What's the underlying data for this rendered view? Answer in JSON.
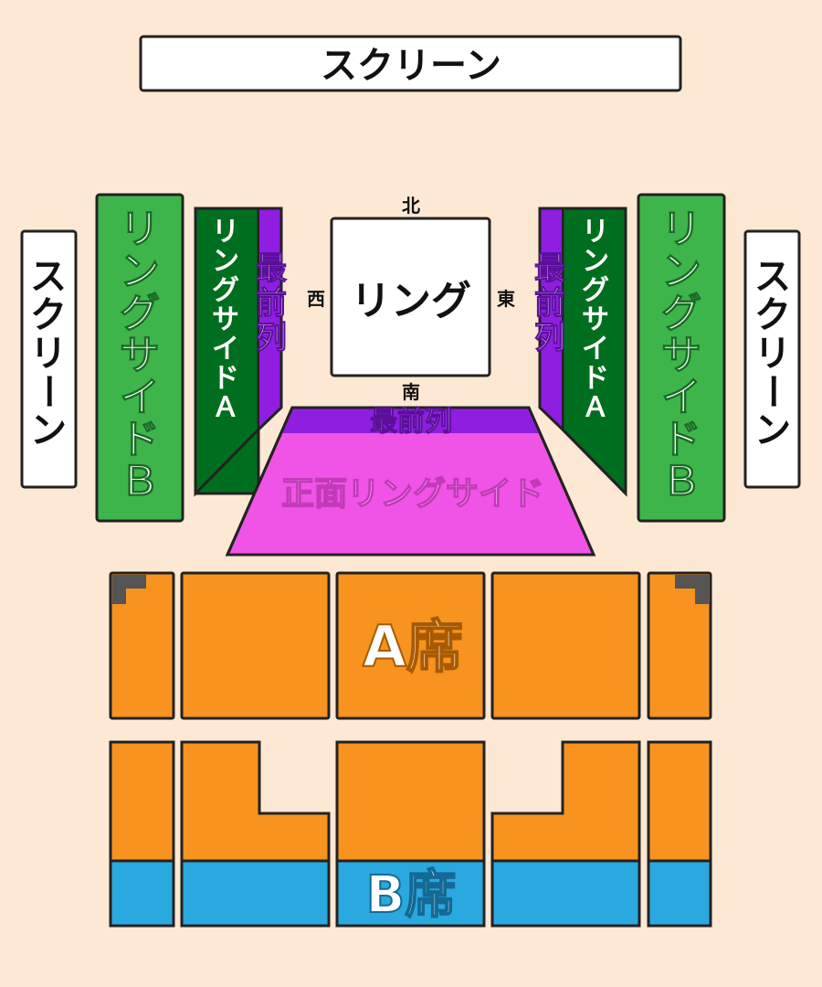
{
  "screen_top": "スクリーン",
  "screen_left": "スクリーン",
  "screen_right": "スクリーン",
  "ring": "リング",
  "directions": {
    "north": "北",
    "south": "南",
    "west": "西",
    "east": "東"
  },
  "ringside_b_left": "リングサイドＢ",
  "ringside_b_right": "リングサイドＢ",
  "ringside_a_left": "リングサイドＡ",
  "ringside_a_right": "リングサイドＡ",
  "front_row_left": "最前列",
  "front_row_right": "最前列",
  "front_row_center": "最前列",
  "front_ringside": "正面リングサイド",
  "seat_a": "A席",
  "seat_b": "B席",
  "colors": {
    "background": "#fde8d3",
    "ringside_b": "#3db54a",
    "ringside_a": "#006e1f",
    "front_row": "#8f1ee0",
    "front_ringside": "#f054e6",
    "seat_a": "#f7931e",
    "seat_b": "#29a9e0",
    "accessible": "#555555"
  }
}
